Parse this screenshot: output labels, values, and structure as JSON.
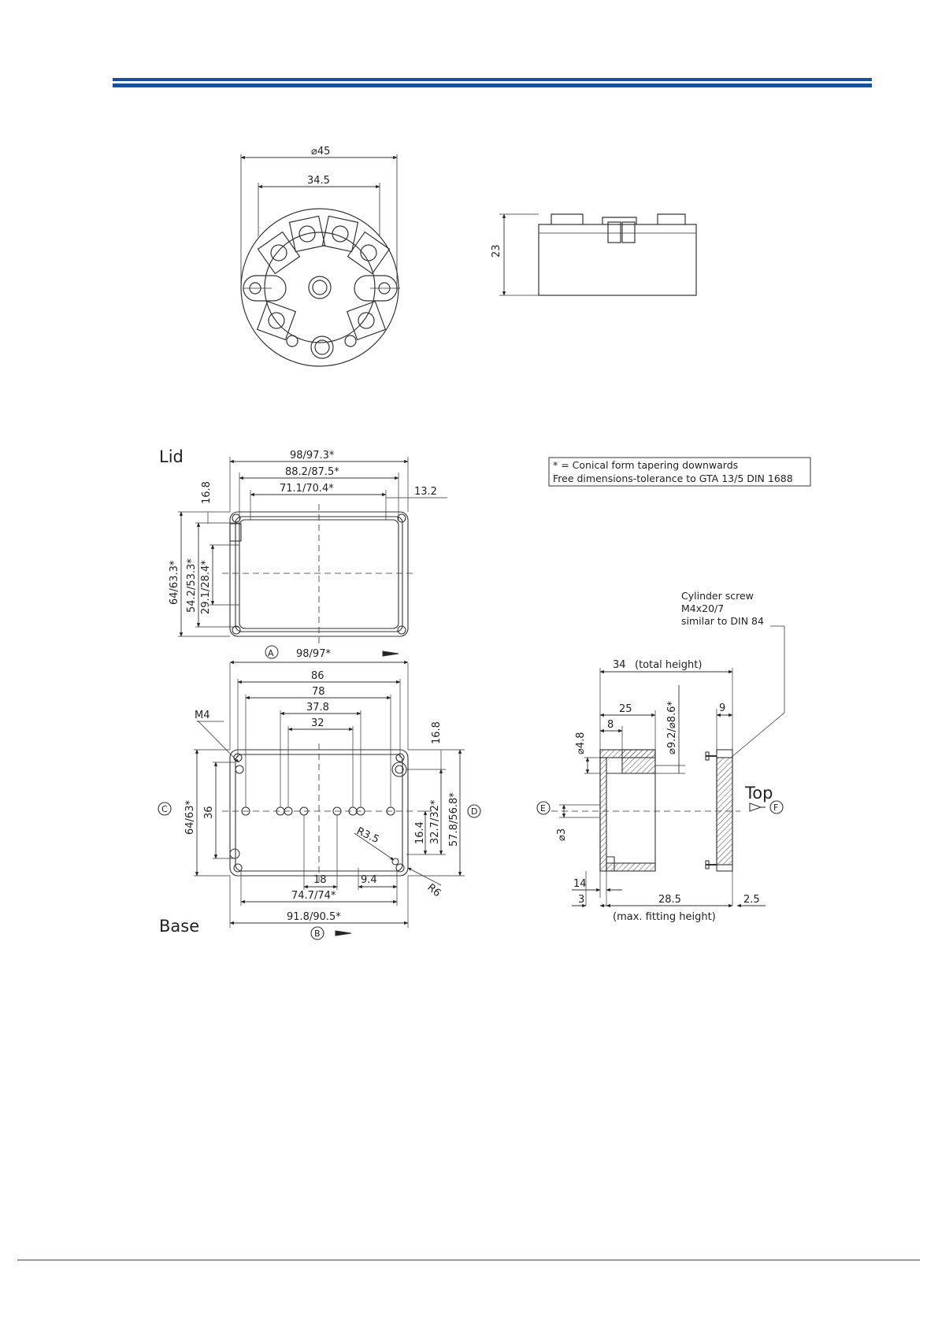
{
  "header": {
    "rule_color": "#1a4fa0"
  },
  "top_drawing": {
    "dia": "⌀45",
    "width": "34.5",
    "height": "23"
  },
  "lid": {
    "title": "Lid",
    "w_outer": "98/97.3*",
    "w_mid": "88.2/87.5*",
    "w_inner": "71.1/70.4*",
    "right_off": "13.2",
    "corner": "16.8",
    "h_outer": "64/63.3*",
    "h_mid": "54.2/53.3*",
    "h_inner": "29.1/28.4*",
    "view_marker": "A",
    "view_width": "98/97*"
  },
  "base": {
    "title": "Base",
    "w86": "86",
    "w78": "78",
    "w378": "37.8",
    "w32": "32",
    "m4": "M4",
    "corner": "16.8",
    "h_outer": "64/63*",
    "h36": "36",
    "h164": "16.4",
    "h327": "32.7/32*",
    "h578": "57.8/56.8*",
    "r35": "R3.5",
    "r6": "R6",
    "d18": "18",
    "d747": "74.7/74*",
    "d94": "9.4",
    "d918": "91.8/90.5*",
    "marker_b": "B",
    "marker_c": "C",
    "marker_d": "D"
  },
  "notes": {
    "line1": "* = Conical form tapering downwards",
    "line2": "Free dimensions-tolerance to GTA 13/5 DIN 1688"
  },
  "section": {
    "screw_l1": "Cylinder screw",
    "screw_l2": "M4x20/7",
    "screw_l3": "similar to DIN 84",
    "total_h_val": "34",
    "total_h_lbl": "(total height)",
    "d25": "25",
    "d8": "8",
    "d48": "⌀4.8",
    "d92": "⌀9.2/⌀8.6*",
    "d9": "9",
    "d3dia": "⌀3",
    "top": "Top",
    "marker_e": "E",
    "marker_f": "F",
    "d14": "14",
    "d3": "3",
    "d285": "28.5",
    "d25b": "2.5",
    "fit_lbl": "(max. fitting height)"
  }
}
